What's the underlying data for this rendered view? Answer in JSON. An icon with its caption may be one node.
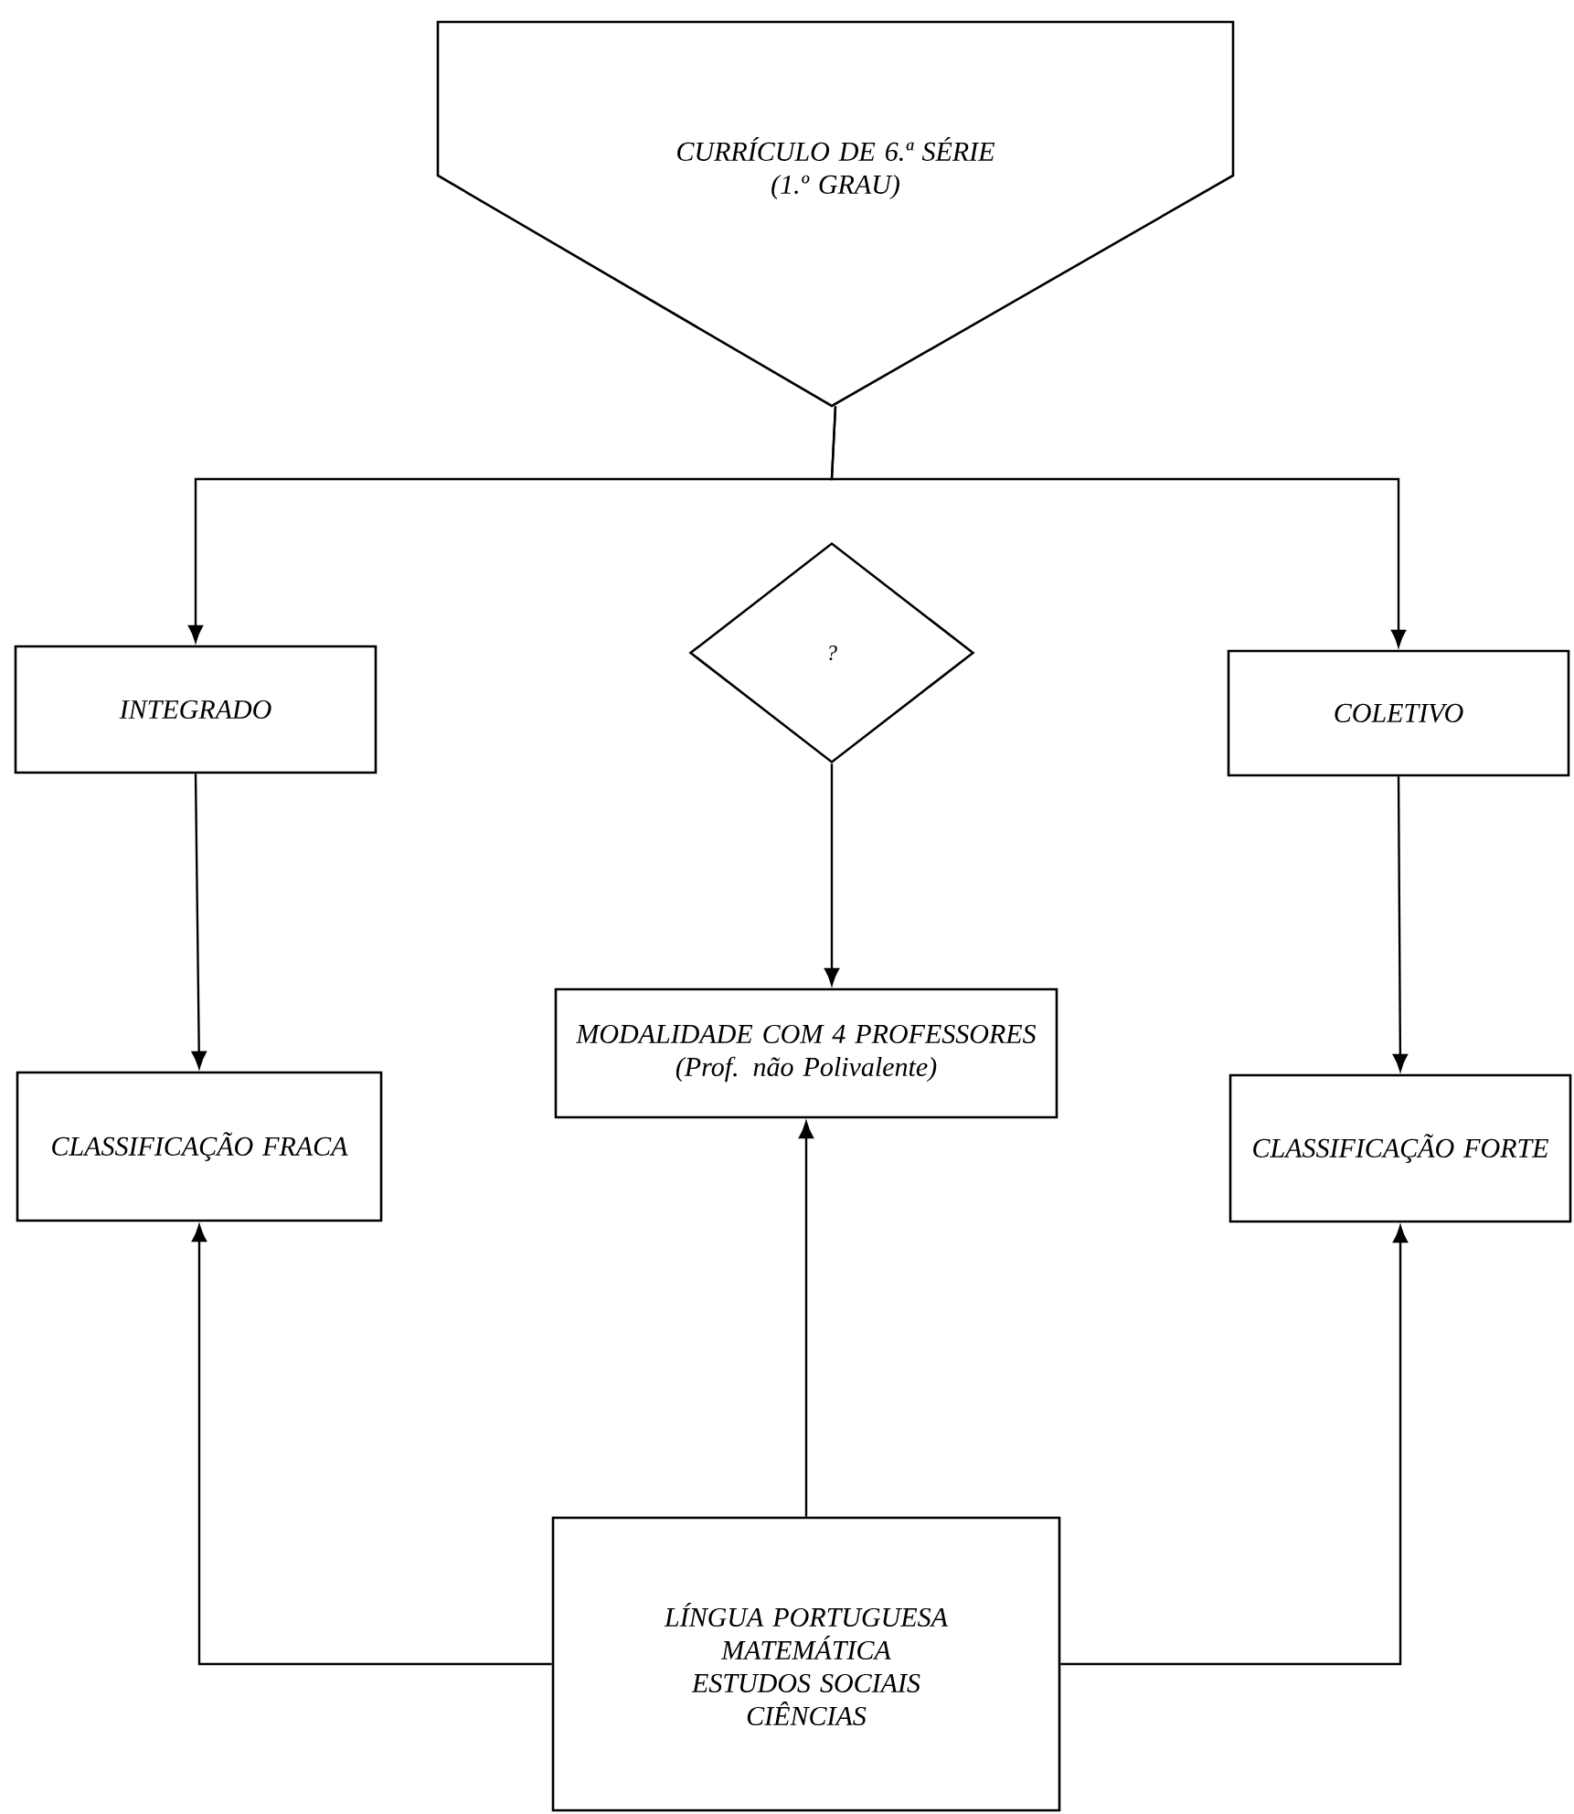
{
  "diagram": {
    "nodes": [
      {
        "text": [
          "CURRÍCULO DE 6.ª SÉRIE",
          "(1.º GRAU)"
        ]
      },
      {
        "text": [
          "INTEGRADO"
        ]
      },
      {
        "text": [
          "?"
        ]
      },
      {
        "text": [
          "COLETIVO"
        ]
      },
      {
        "text": [
          "CLASSIFICAÇÃO FRACA"
        ]
      },
      {
        "text": [
          "MODALIDADE COM 4 PROFESSORES",
          "(Prof. não Polivalente)"
        ]
      },
      {
        "text": [
          "CLASSIFICAÇÃO FORTE"
        ]
      },
      {
        "text": [
          "LÍNGUA PORTUGUESA",
          "MATEMÁTICA",
          "ESTUDOS SOCIAIS",
          "CIÊNCIAS"
        ]
      }
    ],
    "edges": [
      {
        "from": 0,
        "to": 1,
        "arrow": "to"
      },
      {
        "from": 0,
        "to": 3,
        "arrow": "to"
      },
      {
        "from": 1,
        "to": 4,
        "arrow": "to"
      },
      {
        "from": 2,
        "to": 5,
        "arrow": "to"
      },
      {
        "from": 3,
        "to": 6,
        "arrow": "to"
      },
      {
        "from": 7,
        "to": 4,
        "arrow": "to"
      },
      {
        "from": 7,
        "to": 5,
        "arrow": "to"
      },
      {
        "from": 7,
        "to": 6,
        "arrow": "to"
      }
    ]
  }
}
